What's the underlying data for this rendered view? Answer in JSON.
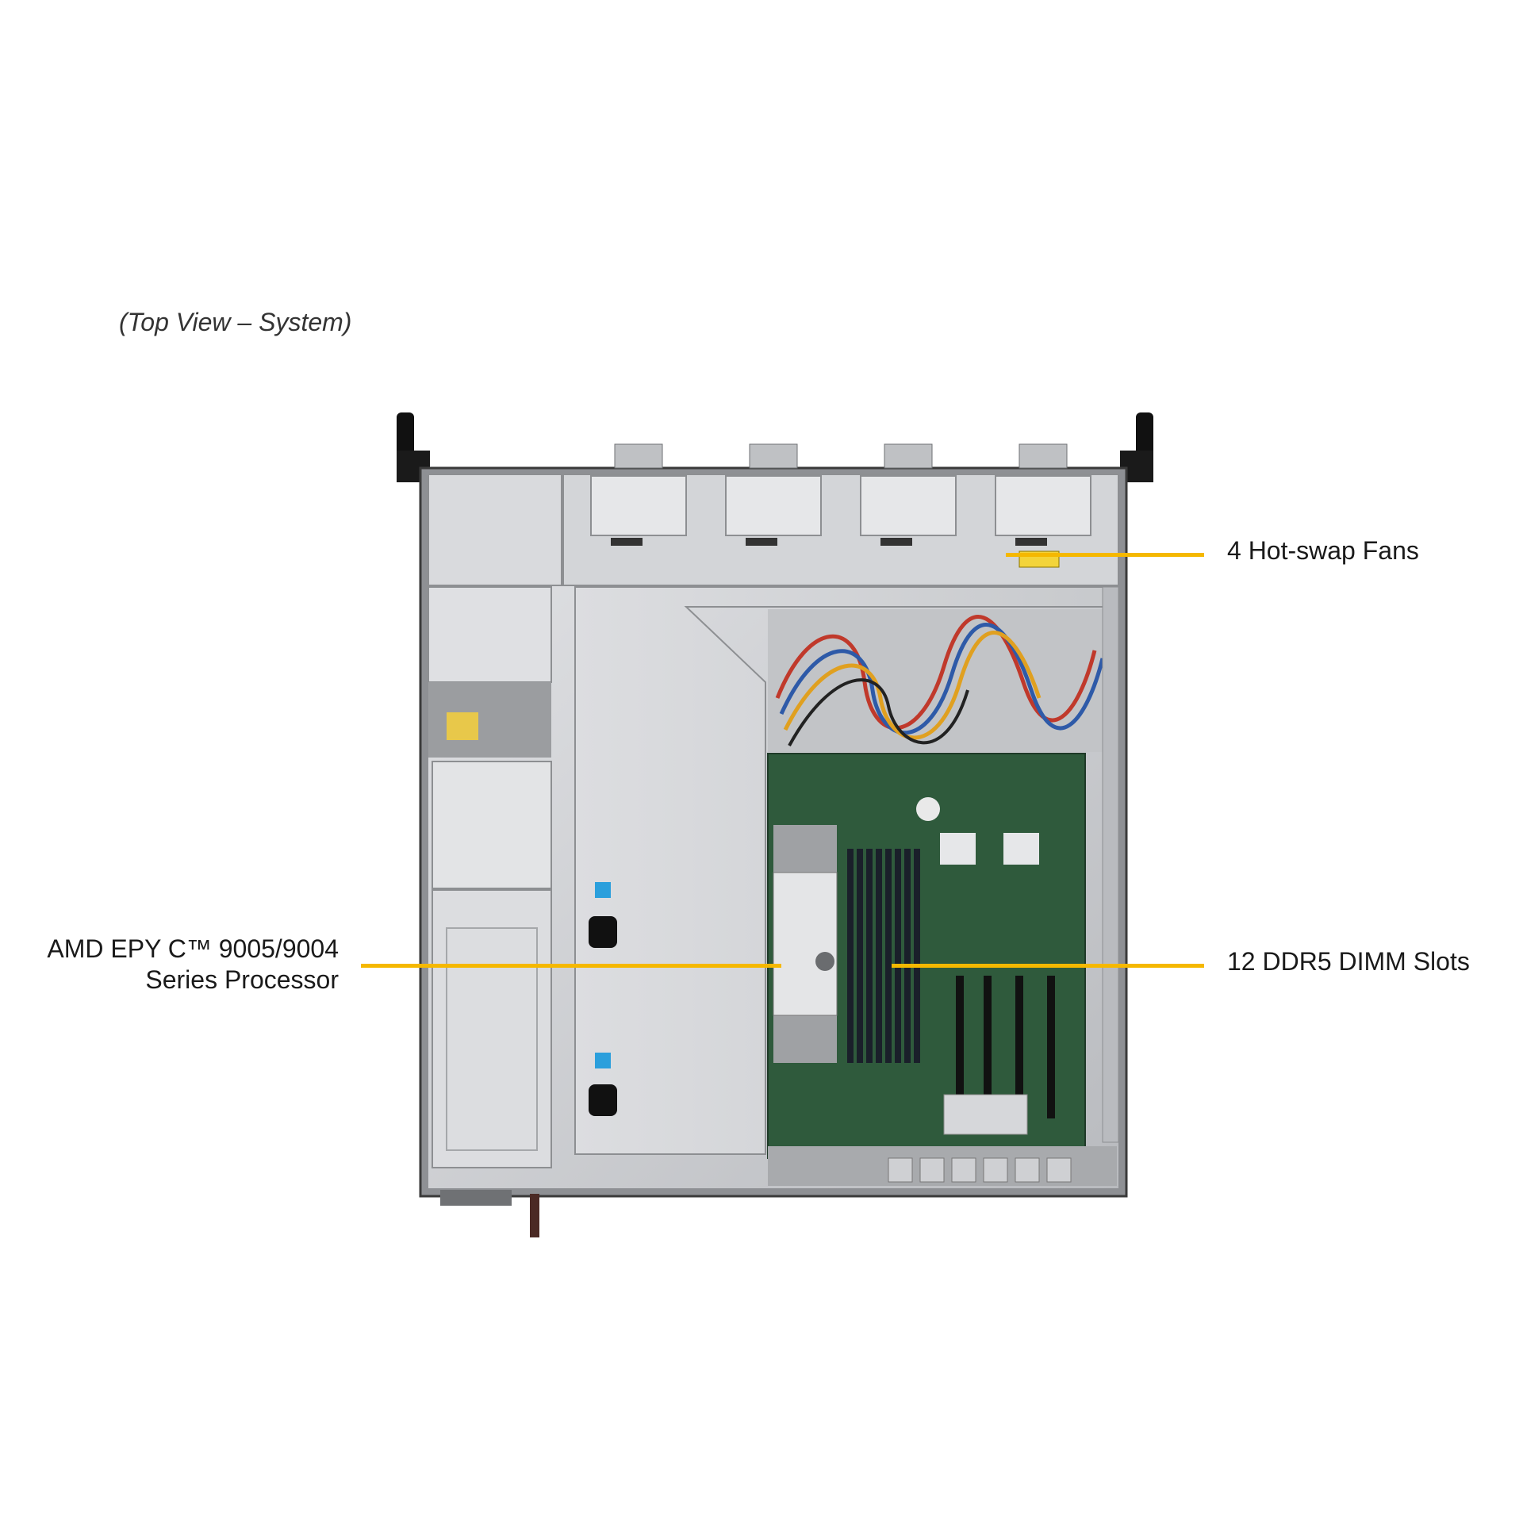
{
  "caption": "(Top View – System)",
  "callouts": {
    "fans": "4 Hot-swap Fans",
    "dimm": "12 DDR5 DIMM Slots",
    "cpu_line1": "AMD EPY C™ 9005/9004",
    "cpu_line2": "Series Processor"
  },
  "colors": {
    "leader": "#f5b800",
    "chassis_metal": "#c9cbcf",
    "motherboard": "#2f5a3c",
    "shroud": "#d6d8db"
  }
}
